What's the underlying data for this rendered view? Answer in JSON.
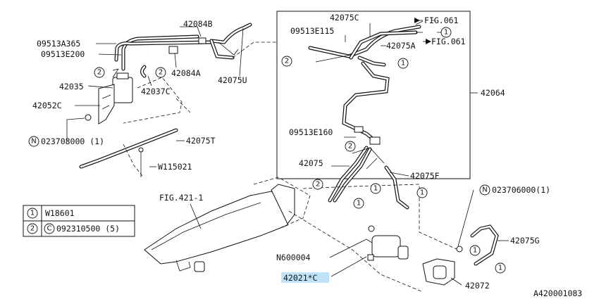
{
  "labels": {
    "p42084B": "42084B",
    "p09513A365": "09513A365",
    "p09513E200": "09513E200",
    "p42084A": "42084A",
    "p42075U": "42075U",
    "p42035": "42035",
    "p42037C": "42037C",
    "p42052C": "42052C",
    "p023708000": "023708000 (1)",
    "p42075T": "42075T",
    "pW115021": "W115021",
    "p42075C": "42075C",
    "p09513E115": "09513E115",
    "fig061a": "FIG.061",
    "fig061b": "FIG.061",
    "p42075A": "42075A",
    "p42064": "42064",
    "p09513E160": "09513E160",
    "p42075": "42075",
    "p42075F": "42075F",
    "fig4211": "FIG.421-1",
    "p023706000": "023706000(1)",
    "p42075G": "42075G",
    "pN600004": "N600004",
    "p42021C": "42021*C",
    "p42072": "42072",
    "diagram_id": "A420001083"
  },
  "markers": {
    "one": "1",
    "two": "2",
    "n": "N",
    "c": "C"
  },
  "legend": {
    "rows": [
      {
        "key": "1",
        "text": "W18601"
      },
      {
        "key": "2",
        "text": "092310500 (5)",
        "prefix": "C"
      }
    ]
  },
  "colors": {
    "highlight": "#bfe3f7",
    "ink": "#111111"
  }
}
